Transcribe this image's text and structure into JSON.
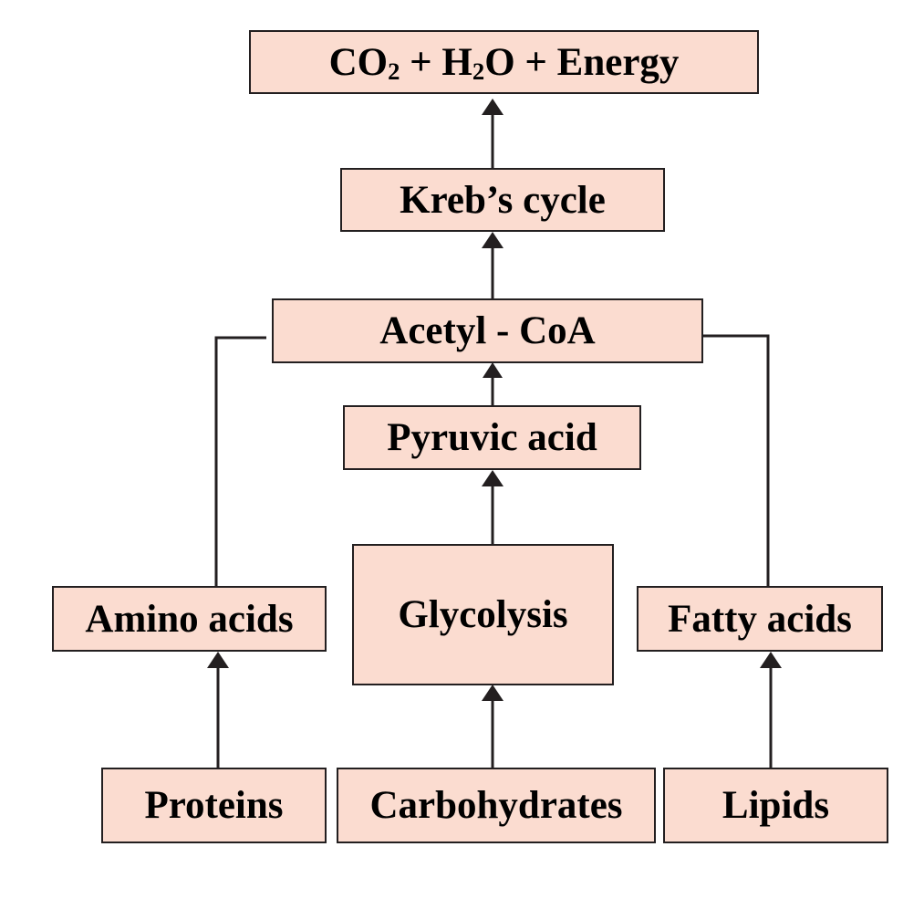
{
  "diagram": {
    "colors": {
      "box_fill": "#fbdcd0",
      "box_border": "#231f20",
      "line": "#231f20",
      "text": "#000000"
    },
    "top": {
      "co2": "CO",
      "co2_sub": "2",
      "plus1": " + H",
      "h2o_sub": "2",
      "rest": "O + Energy"
    },
    "krebs": "Kreb’s cycle",
    "acetyl": "Acetyl - CoA",
    "pyruvic": "Pyruvic acid",
    "amino": "Amino acids",
    "glycolysis": "Glycolysis",
    "fatty": "Fatty acids",
    "proteins": "Proteins",
    "carbohydrates": "Carbohydrates",
    "lipids": "Lipids"
  }
}
